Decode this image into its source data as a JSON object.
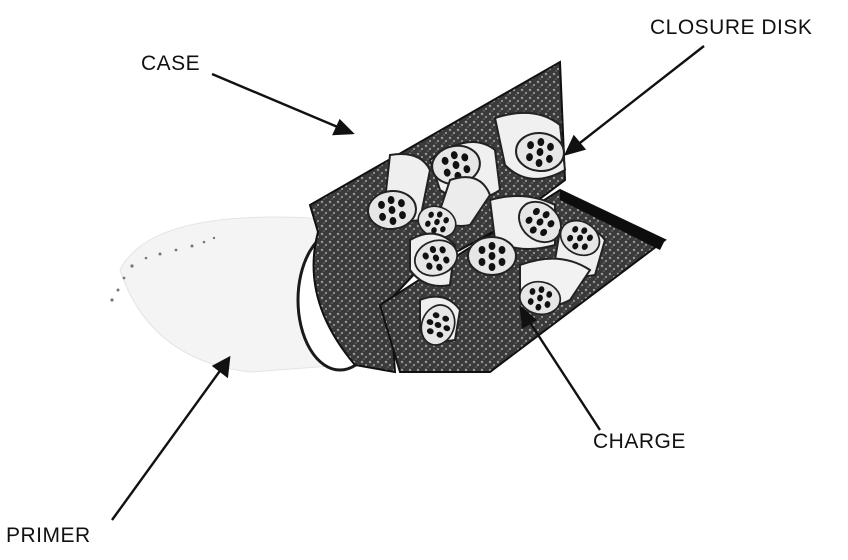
{
  "labels": {
    "case": "CASE",
    "closure_disk": "CLOSURE DISK",
    "charge": "CHARGE",
    "primer": "PRIMER"
  },
  "colors": {
    "ink": "#111111",
    "grain": "#d6d6d6",
    "grain_light": "#f2f2f2",
    "speckle": "#6a6a6a"
  }
}
